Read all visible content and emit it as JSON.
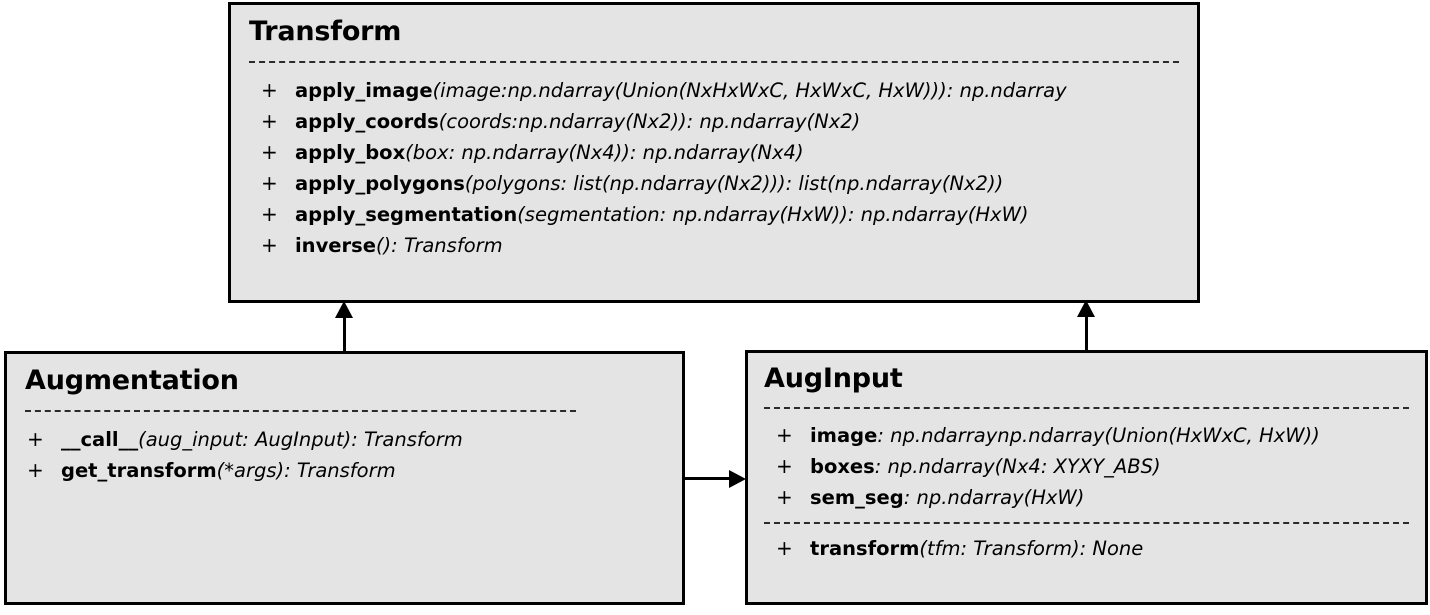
{
  "diagram": {
    "type": "uml-class-diagram",
    "background_color": "#ffffff",
    "box_fill_color": "#e4e4e4",
    "box_border_color": "#000000"
  },
  "classes": {
    "transform": {
      "name": "Transform",
      "methods": [
        {
          "visibility": "+",
          "name": "apply_image",
          "params": "(image:np.ndarray(Union(NxHxWxC, HxWxC, HxW)))",
          "return": ": np.ndarray"
        },
        {
          "visibility": "+",
          "name": "apply_coords",
          "params": "(coords:np.ndarray(Nx2))",
          "return": ": np.ndarray(Nx2)"
        },
        {
          "visibility": "+",
          "name": "apply_box",
          "params": "(box: np.ndarray(Nx4))",
          "return": ": np.ndarray(Nx4)"
        },
        {
          "visibility": "+",
          "name": "apply_polygons",
          "params": "(polygons: list(np.ndarray(Nx2)))",
          "return": ": list(np.ndarray(Nx2))"
        },
        {
          "visibility": "+",
          "name": "apply_segmentation",
          "params": "(segmentation: np.ndarray(HxW))",
          "return": ": np.ndarray(HxW)"
        },
        {
          "visibility": "+",
          "name": "inverse",
          "params": "()",
          "return": ": Transform"
        }
      ]
    },
    "augmentation": {
      "name": "Augmentation",
      "methods": [
        {
          "visibility": "+",
          "name": "__call__",
          "params": "(aug_input: AugInput)",
          "return": ": Transform"
        },
        {
          "visibility": "+",
          "name": "get_transform",
          "params": "(*args)",
          "return": ": Transform"
        }
      ]
    },
    "auginput": {
      "name": "AugInput",
      "attributes": [
        {
          "visibility": "+",
          "name": "image",
          "params": "",
          "return": ": np.ndarraynp.ndarray(Union(HxWxC, HxW))"
        },
        {
          "visibility": "+",
          "name": "boxes",
          "params": "",
          "return": ": np.ndarray(Nx4: XYXY_ABS)"
        },
        {
          "visibility": "+",
          "name": "sem_seg",
          "params": "",
          "return": ": np.ndarray(HxW)"
        }
      ],
      "methods": [
        {
          "visibility": "+",
          "name": "transform",
          "params": "(tfm: Transform)",
          "return": ": None"
        }
      ]
    }
  },
  "connectors": [
    {
      "id": "augmentation-to-transform",
      "kind": "generalization-arrow",
      "direction": "up",
      "from": "Augmentation",
      "to": "Transform"
    },
    {
      "id": "auginput-to-transform",
      "kind": "generalization-arrow",
      "direction": "up",
      "from": "AugInput",
      "to": "Transform"
    },
    {
      "id": "augmentation-to-auginput",
      "kind": "association-arrow",
      "direction": "right",
      "from": "Augmentation",
      "to": "AugInput"
    }
  ]
}
